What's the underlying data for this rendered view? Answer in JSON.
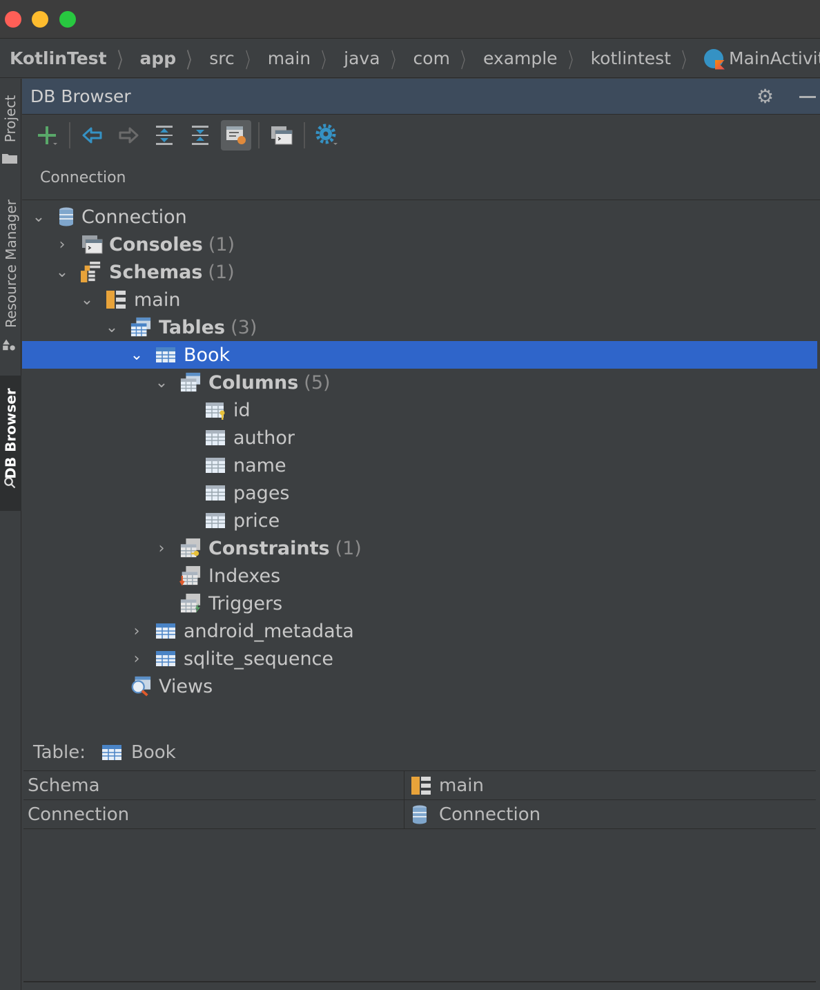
{
  "breadcrumbs": [
    "KotlinTest",
    "app",
    "src",
    "main",
    "java",
    "com",
    "example",
    "kotlintest",
    "MainActivity"
  ],
  "left_tabs": {
    "project": "Project",
    "resource_manager": "Resource Manager",
    "db_browser": "DB Browser"
  },
  "panel": {
    "title": "DB Browser"
  },
  "toolbar_icons": [
    "add-icon",
    "back-icon",
    "forward-icon",
    "expand-all-icon",
    "collapse-all-icon",
    "filter-objects-icon",
    "console-icon",
    "settings-icon"
  ],
  "connection_selector": "Connection",
  "tree": {
    "connection": "Connection",
    "consoles": "Consoles",
    "consoles_count": "(1)",
    "schemas": "Schemas",
    "schemas_count": "(1)",
    "main": "main",
    "tables": "Tables",
    "tables_count": "(3)",
    "book": "Book",
    "columns": "Columns",
    "columns_count": "(5)",
    "col_id": "id",
    "col_author": "author",
    "col_name": "name",
    "col_pages": "pages",
    "col_price": "price",
    "constraints": "Constraints",
    "constraints_count": "(1)",
    "indexes": "Indexes",
    "triggers": "Triggers",
    "android_metadata": "android_metadata",
    "sqlite_sequence": "sqlite_sequence",
    "views": "Views"
  },
  "properties": {
    "title_label": "Table:",
    "title_value": "Book",
    "rows": [
      {
        "key": "Schema",
        "value": "main"
      },
      {
        "key": "Connection",
        "value": "Connection"
      }
    ]
  },
  "colors": {
    "selection": "#2f65ca",
    "panel_header": "#3d4b5c",
    "background": "#3c3f41"
  }
}
